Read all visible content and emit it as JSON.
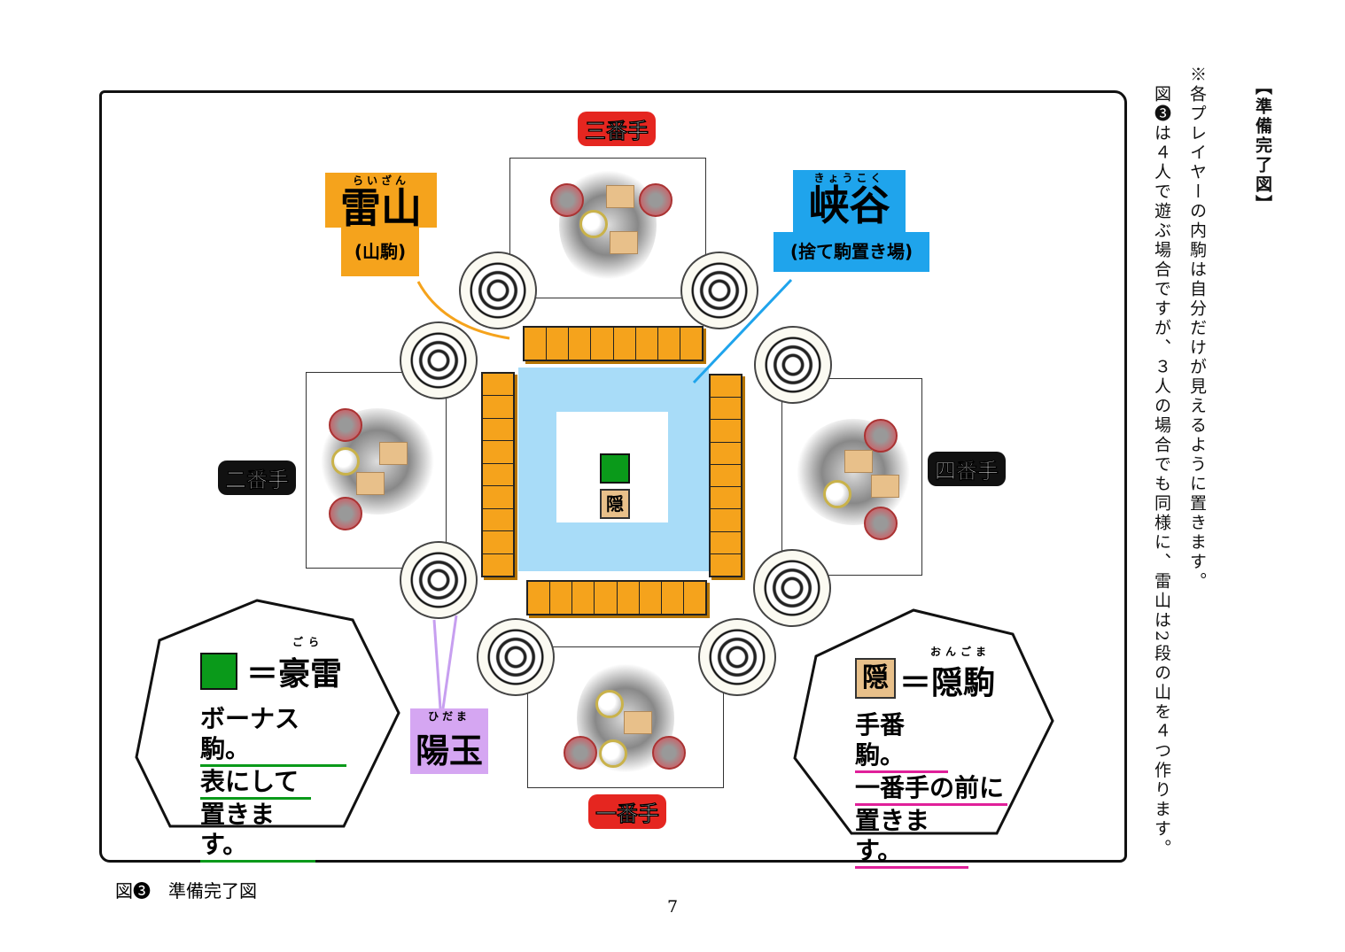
{
  "heading": "【準備完了図】",
  "note": "※各プレイヤーの内駒は自分だけが見えるように置きます。",
  "description": "図❸は４人で遊ぶ場合ですが、３人の場合でも同様に、雷山は2段の山を４つ作ります。",
  "players": {
    "first": "一番手",
    "second": "二番手",
    "third": "三番手",
    "fourth": "四番手"
  },
  "raizan": {
    "ruby": "らいざん",
    "title": "雷山",
    "sub": "(山駒)"
  },
  "kyokoku": {
    "ruby": "きょうこく",
    "title": "峡谷",
    "sub": "(捨て駒置き場)"
  },
  "hidama": {
    "ruby": "ひだま",
    "title": "陽玉"
  },
  "center_piece": "隠",
  "legend_left": {
    "ruby": "ごら",
    "eq": "＝豪雷",
    "lines": [
      "ボーナス駒。",
      "表にして",
      "置きます。"
    ],
    "color": "#0a9a1a"
  },
  "legend_right": {
    "icon": "隠",
    "ruby": "おんごま",
    "eq": "＝隠駒",
    "lines": [
      "手番駒。",
      "一番手の前に",
      "置きます。"
    ],
    "color": "#e0209a"
  },
  "caption": "図❸　準備完了図",
  "page_number": "7"
}
